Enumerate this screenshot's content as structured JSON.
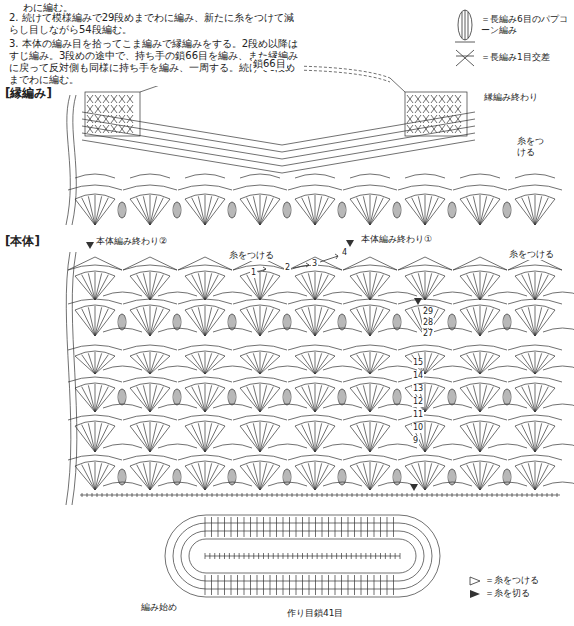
{
  "diagram": {
    "labels": [
      "わに編む。",
      "2. 続けて模様編みで29段めまでわに編み、新たに糸をつけて減らし目しながら54段編む。",
      "3. 本体の編み目を拾ってこま編みで縁編みをする。2段め以降はすじ編み。3段めの途中で、持ち手の鎖66目を編み、また縁編みに戻って反対側も同様に持ち手を編み、一周する。続けて6段めまでわに編む。",
      "鎖66目",
      "[縁編み]",
      "縁編み終わり",
      "糸をつける",
      "[本体]",
      "本体編み終わり②",
      "本体編み終わり①",
      "糸をつける",
      "糸をつける",
      "1",
      "2",
      "3",
      "4",
      "29",
      "28",
      "27",
      "15",
      "14",
      "13",
      "12",
      "11",
      "10",
      "9",
      "編み始め",
      "作り目鎖41目"
    ],
    "legend": [
      {
        "text": "＝長編み6目のパプコーン編み"
      },
      {
        "text": "＝長編み1目交差"
      },
      {
        "text": "＝糸をつける"
      },
      {
        "text": "＝糸を切る"
      }
    ]
  }
}
